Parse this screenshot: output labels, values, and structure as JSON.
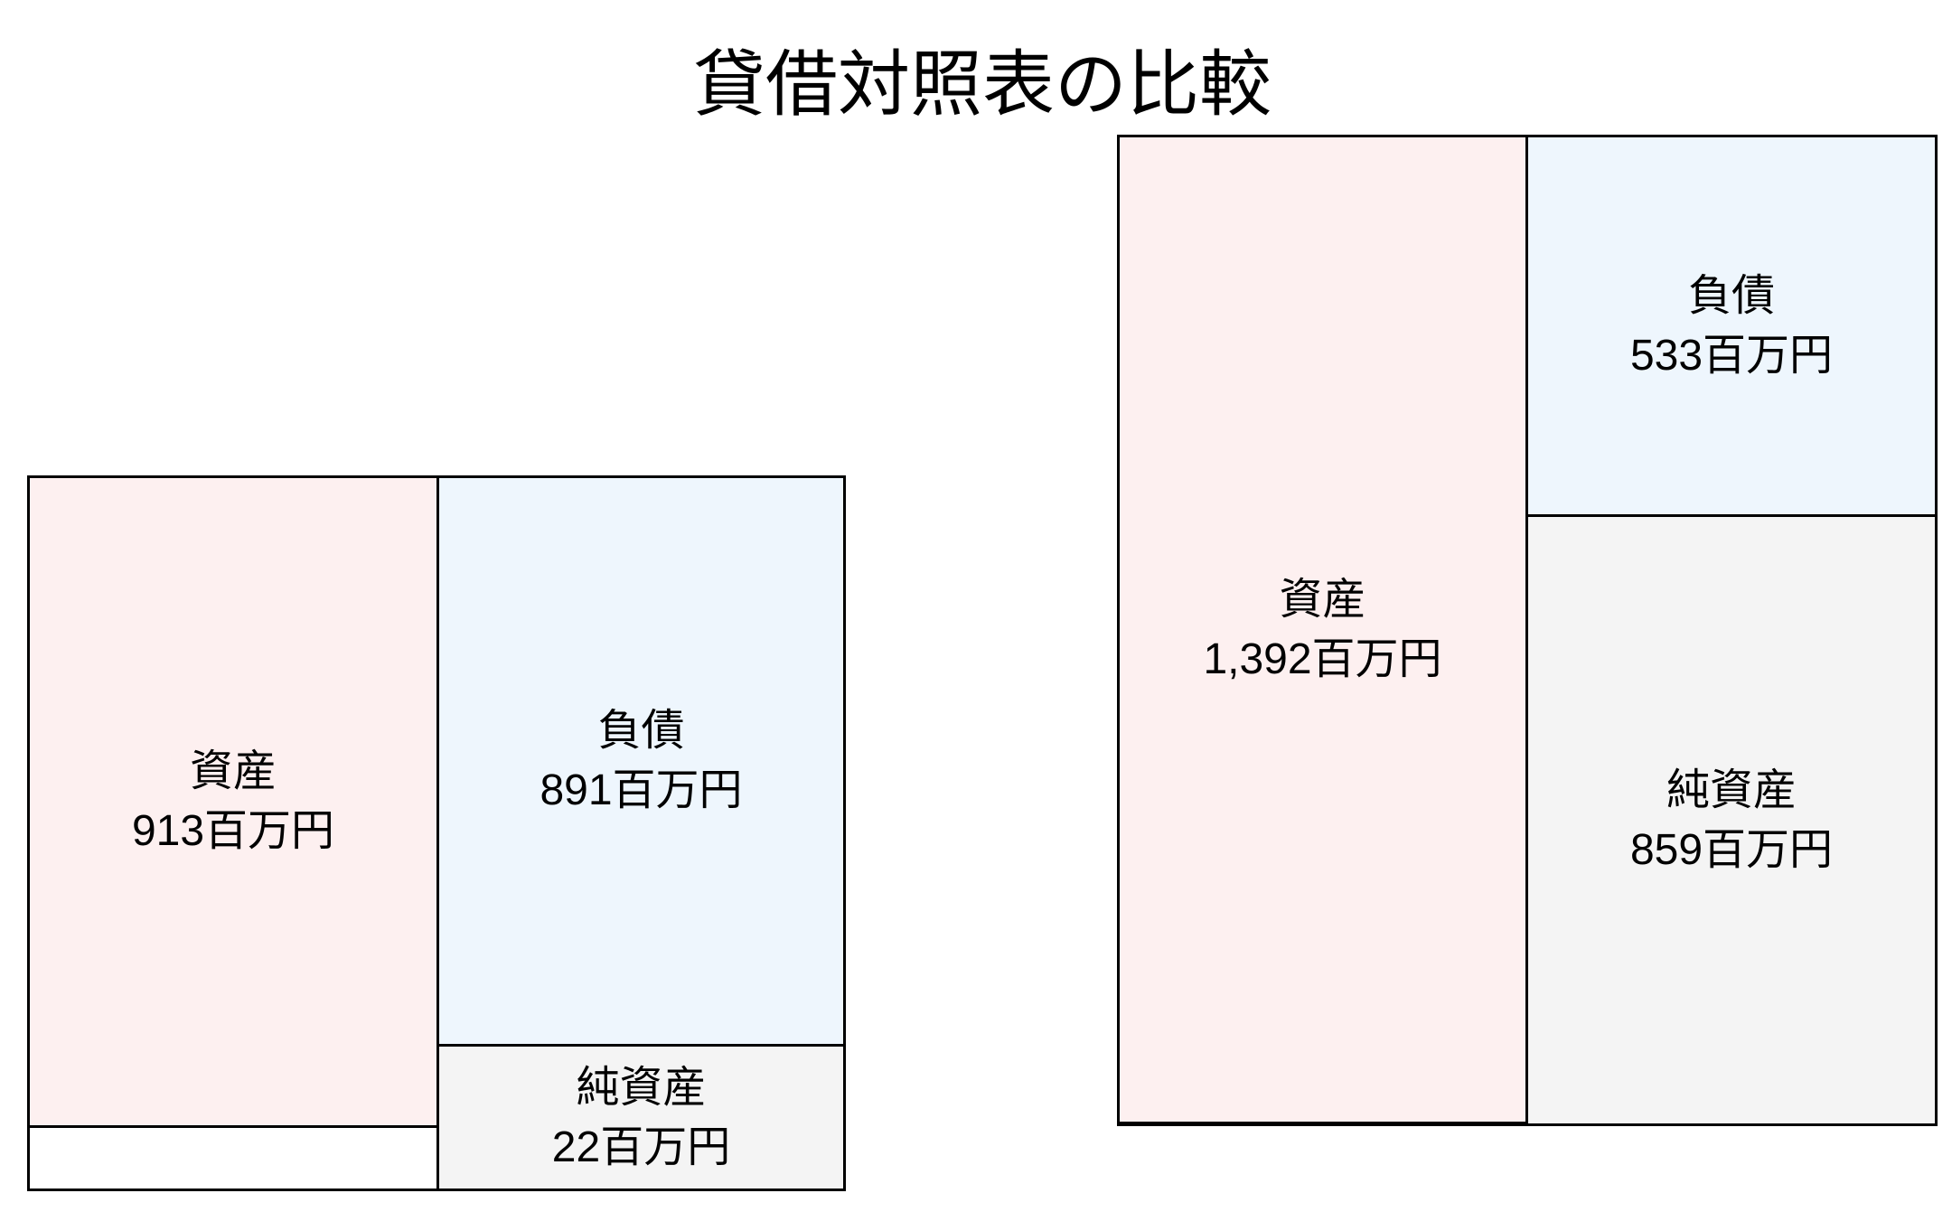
{
  "chart_data": {
    "type": "table",
    "title": "貸借対照表の比較",
    "unit": "百万円",
    "colors": {
      "assets": "#fdf0f0",
      "liabilities": "#eef6fd",
      "net_assets": "#f4f4f4"
    },
    "sheets": [
      {
        "assets": {
          "label": "資産",
          "value": 913,
          "text": "913百万円"
        },
        "liabilities": {
          "label": "負債",
          "value": 891,
          "text": "891百万円"
        },
        "net_assets": {
          "label": "純資産",
          "value": 22,
          "text": "22百万円"
        }
      },
      {
        "assets": {
          "label": "資産",
          "value": 1392,
          "text": "1,392百万円"
        },
        "liabilities": {
          "label": "負債",
          "value": 533,
          "text": "533百万円"
        },
        "net_assets": {
          "label": "純資産",
          "value": 859,
          "text": "859百万円"
        }
      }
    ]
  }
}
